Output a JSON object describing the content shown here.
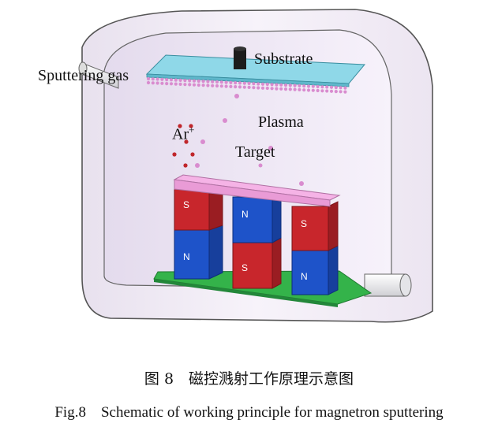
{
  "labels": {
    "substrate": "Substrate",
    "sputtering_gas": "Sputtering gas",
    "plasma": "Plasma",
    "ar_ion_base": "Ar",
    "ar_ion_charge": "+",
    "target": "Target"
  },
  "magnets": {
    "bottom_row": [
      "N",
      "S",
      "N"
    ],
    "top_row": [
      "S",
      "N",
      "S"
    ]
  },
  "caption": {
    "chinese": "图 8　磁控溅射工作原理示意图",
    "english": "Fig.8　Schematic of working principle for magnetron sputtering"
  },
  "colors": {
    "chamber_fill": "#f2ecf7",
    "chamber_outline": "#555555",
    "substrate_plate": "#8fd8e8",
    "plasma_dots": "#d98ccf",
    "ar_ions": "#c0262b",
    "target_plate": "#f5b3e6",
    "magnet_red": "#c8262c",
    "magnet_blue": "#1e53c9",
    "base_plate": "#34b34a"
  }
}
